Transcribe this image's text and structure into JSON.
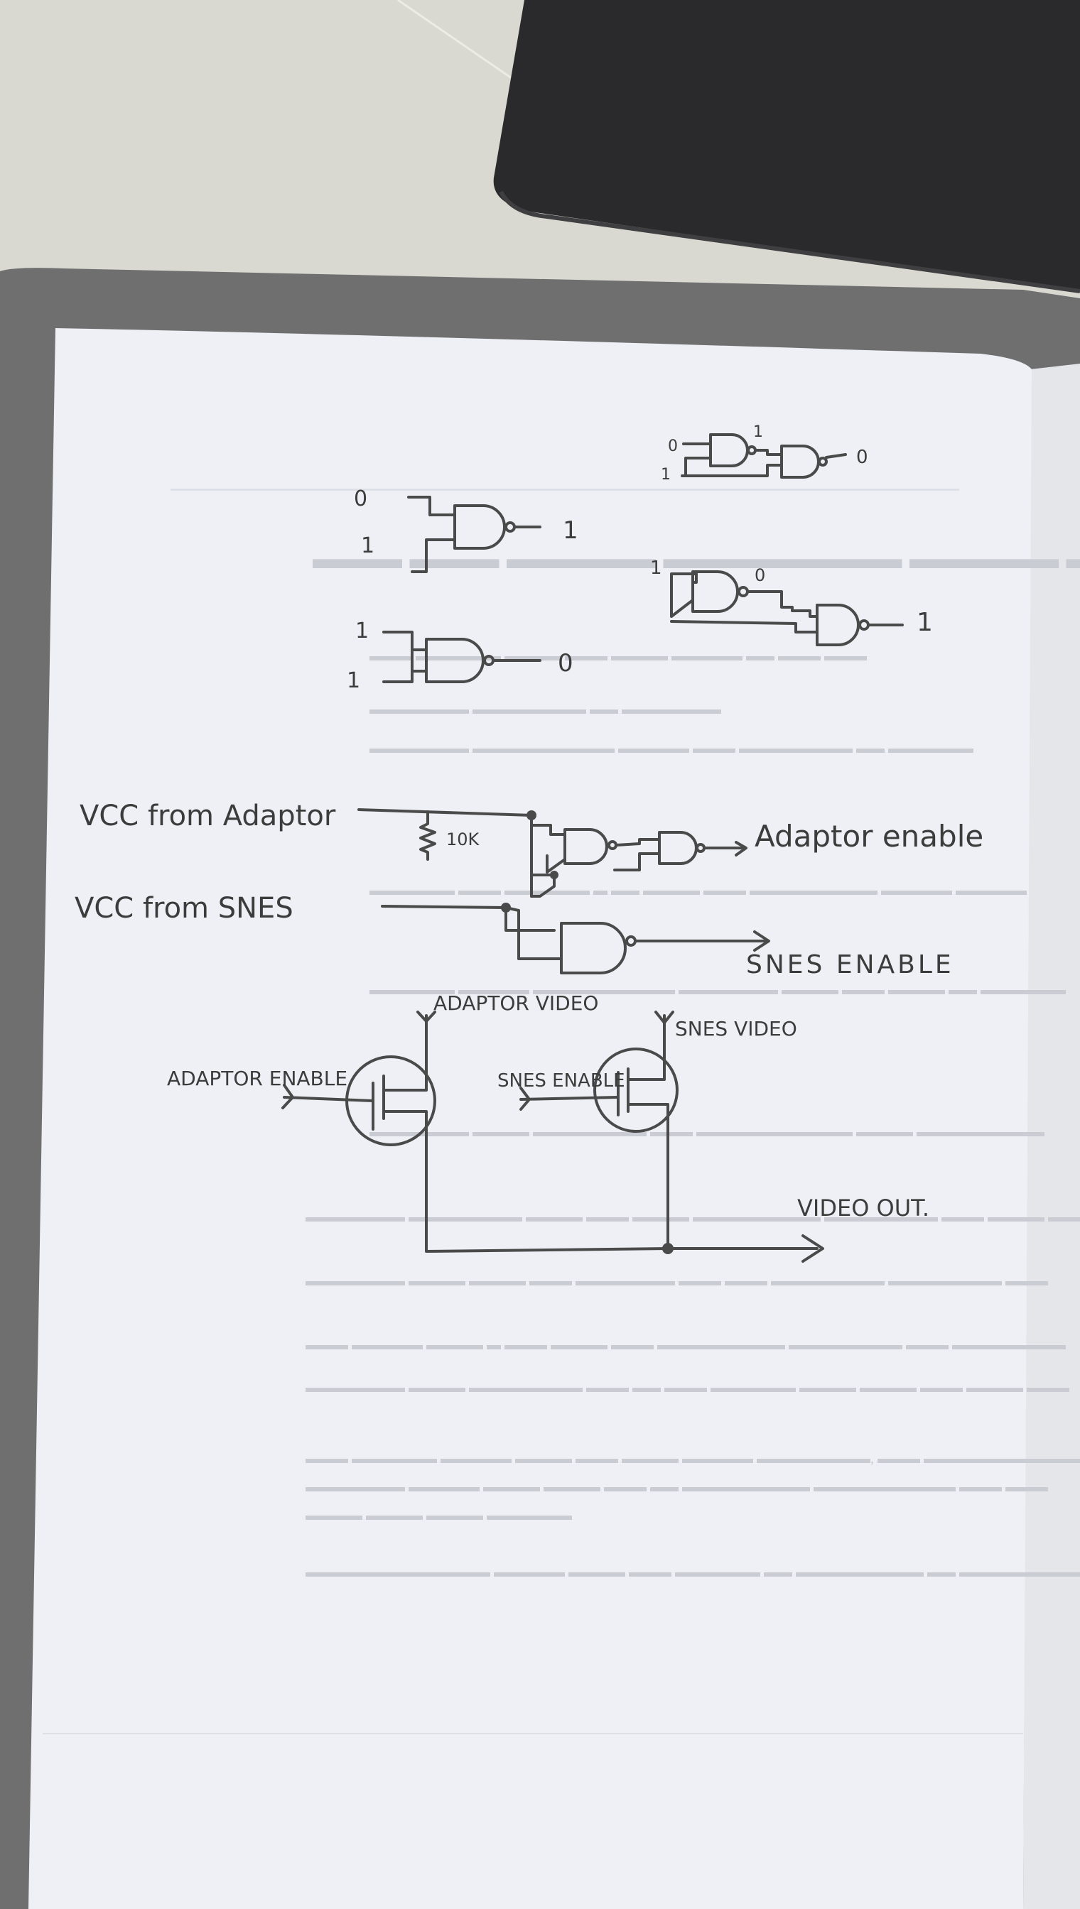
{
  "logic_examples": [
    {
      "in_a": "0",
      "in_b": "1",
      "out": "1"
    },
    {
      "in_a": "1",
      "in_b": "1",
      "out": "0"
    }
  ],
  "chain_examples": [
    {
      "in_top": "0",
      "mid": "1",
      "in_bottom": "1",
      "out": "0"
    },
    {
      "in_top": "1",
      "mid": "0",
      "out": "1"
    }
  ],
  "enable_circuit": {
    "vcc_adaptor": "VCC from Adaptor",
    "vcc_snes": "VCC from SNES",
    "resistor": "10K",
    "out_adaptor": "Adaptor enable",
    "out_snes": "SNES ENABLE"
  },
  "video_switch": {
    "adaptor_video": "ADAPTOR VIDEO",
    "snes_video": "SNES VIDEO",
    "adaptor_enable": "ADAPTOR ENABLE",
    "snes_enable": "SNES ENABLE",
    "video_out": "VIDEO OUT."
  },
  "colors": {
    "ink": "#4a4a4a",
    "paper": "#eef0f5",
    "laptop": "#2a2a2c",
    "folder": "#6f6f6f"
  }
}
